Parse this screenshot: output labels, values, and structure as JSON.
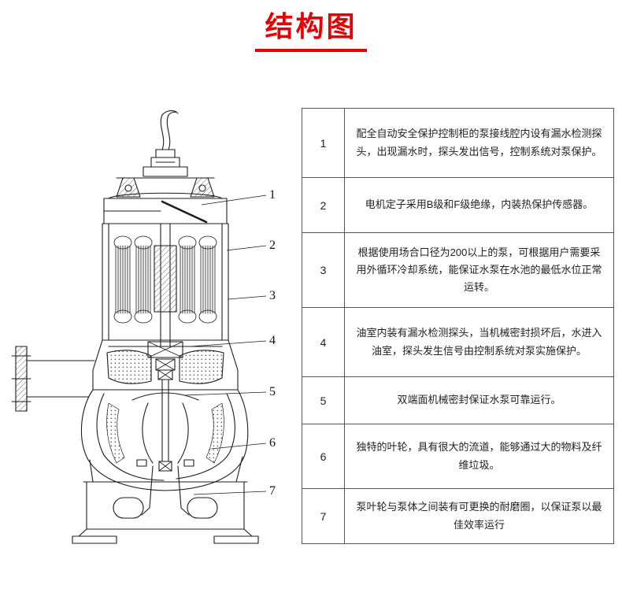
{
  "page": {
    "title": "结构图"
  },
  "colors": {
    "accent": "#e60000",
    "line": "#1c1c1c"
  },
  "table": {
    "rows": [
      {
        "num": "1",
        "text": "配全自动安全保护控制柜的泵接线腔内设有漏水检测探头，出现漏水时，探头发出信号，控制系统对泵保护。"
      },
      {
        "num": "2",
        "text": "电机定子采用B级和F级绝缘，内装热保护传感器。"
      },
      {
        "num": "3",
        "text": "根据使用场合口径为200以上的泵，可根据用户需要采用外循环冷却系统，能保证水泵在水池的最低水位正常运转。"
      },
      {
        "num": "4",
        "text": "油室内装有漏水检测探头，当机械密封损坏后，水进入油室，探头发生信号由控制系统对泵实施保护。"
      },
      {
        "num": "5",
        "text": "双端面机械密封保证水泵可靠运行。"
      },
      {
        "num": "6",
        "text": "独特的叶轮，具有很大的流道，能够通过大的物料及纤维垃圾。"
      },
      {
        "num": "7",
        "text": "泵叶轮与泵体之间装有可更换的耐磨圈，以保证泵以最佳效率运行"
      }
    ]
  },
  "callouts": [
    {
      "label": "1"
    },
    {
      "label": "2"
    },
    {
      "label": "3"
    },
    {
      "label": "4"
    },
    {
      "label": "5"
    },
    {
      "label": "6"
    },
    {
      "label": "7"
    }
  ]
}
